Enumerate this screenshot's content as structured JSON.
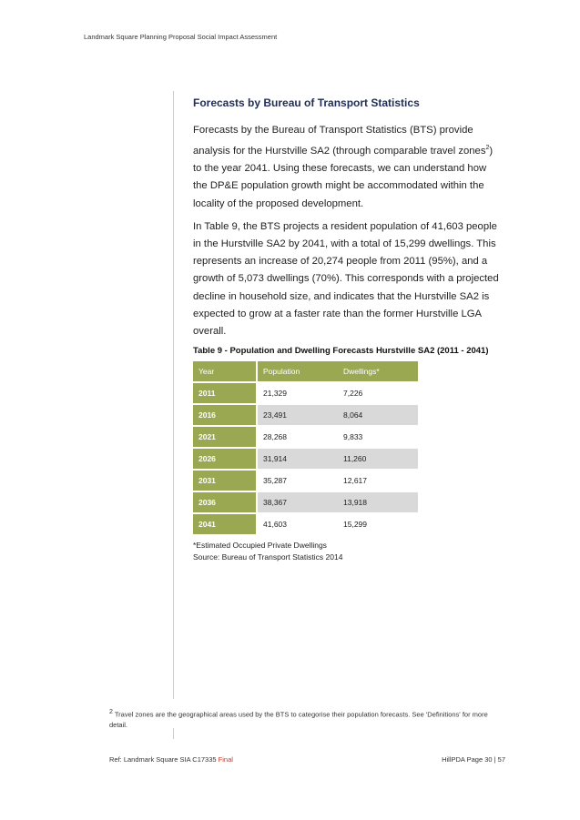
{
  "header": "Landmark Square Planning Proposal Social Impact Assessment",
  "heading": "Forecasts by Bureau of Transport Statistics",
  "para1_a": "Forecasts by the Bureau of Transport Statistics (BTS) provide analysis for the Hurstville SA2 (through comparable travel zones",
  "para1_sup": "2",
  "para1_b": ") to the year 2041. Using these forecasts, we can understand how the DP&E population growth might be accommodated within the locality of the proposed development.",
  "para2": "In Table 9, the BTS projects a resident population of 41,603 people in the Hurstville SA2 by 2041, with a total of 15,299 dwellings. This represents an increase of 20,274 people from 2011 (95%), and a growth of 5,073 dwellings (70%). This corresponds with a projected decline in household size, and indicates that the Hurstville SA2 is expected to grow at a faster rate than the former Hurstville LGA overall.",
  "table": {
    "caption": "Table 9 - Population and Dwelling Forecasts Hurstville SA2 (2011 - 2041)",
    "headers": [
      "Year",
      "Population",
      "Dwellings*"
    ],
    "rows": [
      [
        "2011",
        "21,329",
        "7,226"
      ],
      [
        "2016",
        "23,491",
        "8,064"
      ],
      [
        "2021",
        "28,268",
        "9,833"
      ],
      [
        "2026",
        "31,914",
        "11,260"
      ],
      [
        "2031",
        "35,287",
        "12,617"
      ],
      [
        "2036",
        "38,367",
        "13,918"
      ],
      [
        "2041",
        "41,603",
        "15,299"
      ]
    ],
    "note": "*Estimated Occupied Private Dwellings",
    "source": "Source: Bureau of Transport Statistics 2014"
  },
  "footnote": {
    "num": "2",
    "text": " Travel zones are the geographical areas used by the BTS to categorise their population forecasts. See 'Definitions' for more detail."
  },
  "footer": {
    "ref": "Ref: Landmark Square SIA C17335 ",
    "status": "Final",
    "page": "HillPDA Page 30 | 57"
  }
}
